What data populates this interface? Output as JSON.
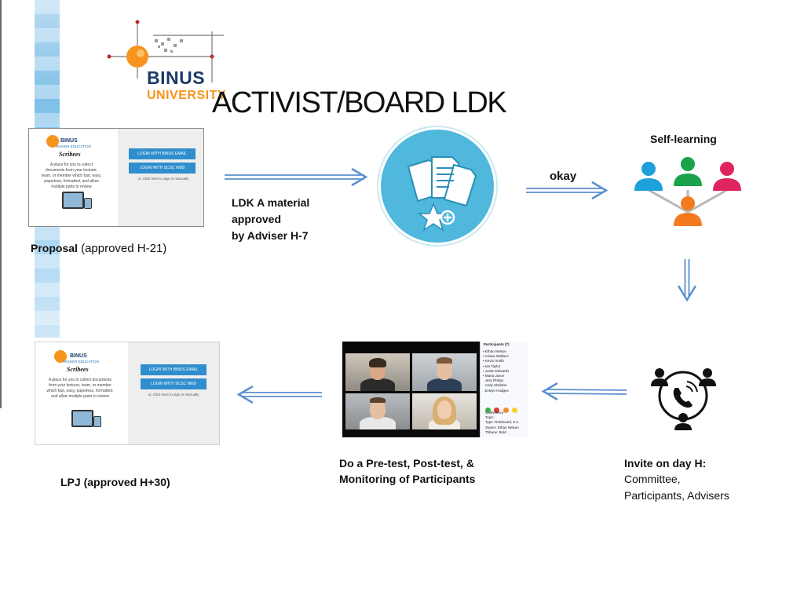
{
  "logo": {
    "line1": "BINUS",
    "line2": "UNIVERSITY",
    "colors": {
      "orange": "#f7941d",
      "blue": "#1b75bb",
      "red": "#c1272d"
    }
  },
  "title": "ACTIVIST/BOARD LDK",
  "steps": {
    "proposal": {
      "bold_label": "Proposal",
      "suffix": " (approved H-21)",
      "screenshot": {
        "brand": "BINUS",
        "sub": "HIGHER EDUCATION",
        "app": "Scribees",
        "desc": "A place for you to collect documents from your lecturer, team, or member which fast, easy, paperless, formatted, and allow multiple parts to review",
        "btn1": "LOGIN WITH BINUS EMAIL",
        "btn2": "LOGIN WITH SCSC WEB",
        "manual": "or, Click here to sign in manually"
      }
    },
    "material": {
      "line1": "LDK A material",
      "line2": "approved",
      "line3": "by Adviser H-7",
      "icon": "documents-star-icon"
    },
    "okay": "okay",
    "self_learning": {
      "label": "Self-learning",
      "icon": "people-network-icon",
      "colors": [
        "#1ea0dc",
        "#1aa34a",
        "#e0245e",
        "#f47a20"
      ]
    },
    "invite": {
      "bold_label": "Invite on day H:",
      "line2": "Committee,",
      "line3": "Participants, Advisers",
      "icon": "conference-call-icon"
    },
    "monitoring": {
      "line1": "Do a Pre-test, Post-test, &",
      "line2": "Monitoring of Participants",
      "panel": {
        "header": "Participants (7)",
        "names": [
          "Ethan Nelson",
          "Ariana Wallace",
          "Kevin Smith",
          "Ian Taylor",
          "Justin Edwards",
          "Maria Jason",
          "Jess Philips",
          "Andy Sheldon",
          "Evelyn Hodges"
        ],
        "conference": "Conference",
        "topic": "Topic:",
        "type": "Type:",
        "type_value": "Roleboard, 6 a",
        "owner": "Owner:",
        "owner_value": "Ethan Nelson",
        "tribune": "Tribune:",
        "tribune_value": "Bold"
      }
    },
    "lpj": {
      "label": "LPJ (approved H+30)",
      "screenshot": {
        "brand": "BINUS",
        "sub": "HIGHER EDUCATION",
        "app": "Scribees",
        "desc": "A place for you to collect documents from your lecturer, team, or member which fast, easy, paperless, formatted, and allow multiple parts to review",
        "btn1": "LOGIN WITH BINUS EMAIL",
        "btn2": "LOGIN WITH SCSC WEB",
        "manual": "or, Click here to sign in manually"
      }
    }
  },
  "colors": {
    "arrow": "#5b8fd0",
    "circle": "#4fb8dc"
  }
}
